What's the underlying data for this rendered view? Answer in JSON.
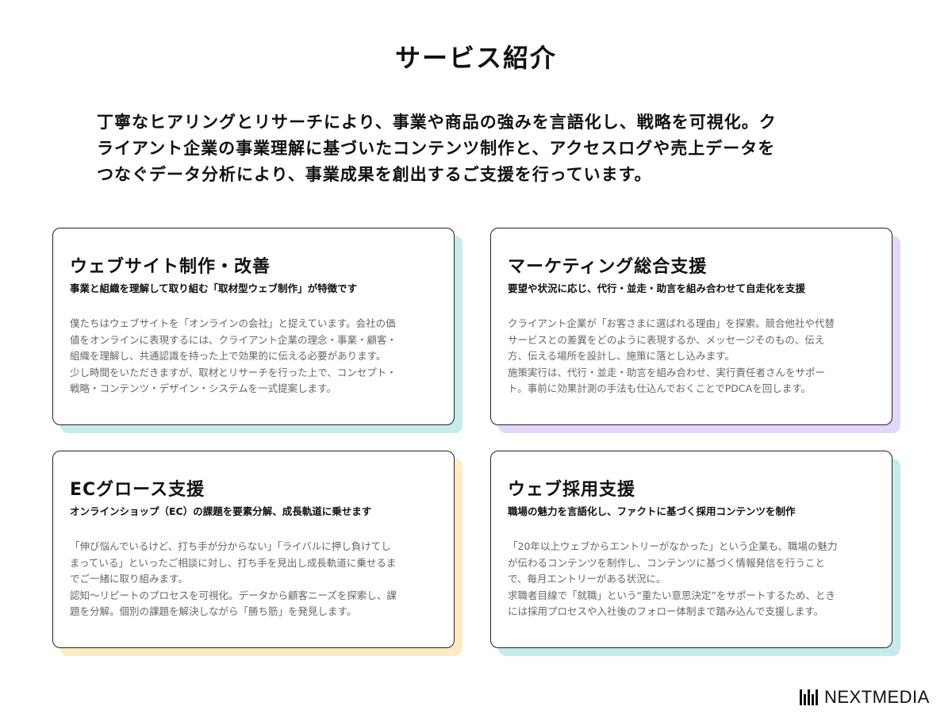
{
  "page_title": "サービス紹介",
  "intro_lines": [
    "丁寧なヒアリングとリサーチにより、事業や商品の強みを言語化し、戦略を可視化。ク",
    "ライアント企業の事業理解に基づいたコンテンツ制作と、アクセスログや売上データを",
    "つなぐデータ分析により、事業成果を創出するご支援を行っています。"
  ],
  "colors": {
    "teal": "#c6ecea",
    "purple": "#e3d7f7",
    "yellow": "#fdebc6"
  },
  "cards": [
    {
      "title": "ウェブサイト制作・改善",
      "subtitle": "事業と組織を理解して取り組む「取材型ウェブ制作」が特徴です",
      "body": [
        "僕たちはウェブサイトを「オンラインの会社」と捉えています。会社の価",
        "値をオンラインに表現するには、クライアント企業の理念・事業・顧客・",
        "組織を理解し、共通認識を持った上で効果的に伝える必要があります。",
        "少し時間をいただきますが、取材とリサーチを行った上で、コンセプト・",
        "戦略・コンテンツ・デザイン・システムを一式提案します。"
      ]
    },
    {
      "title": "マーケティング総合支援",
      "subtitle": "要望や状況に応じ、代行・並走・助言を組み合わせて自走化を支援",
      "body": [
        "クライアント企業が「お客さまに選ばれる理由」を探索。競合他社や代替",
        "サービスとの差異をどのように表現するか、メッセージそのもの、伝え",
        "方、伝える場所を設計し、施策に落とし込みます。",
        "施策実行は、代行・並走・助言を組み合わせ、実行責任者さんをサポー",
        "ト。事前に効果計測の手法も仕込んでおくことでPDCAを回します。"
      ]
    },
    {
      "title": "ECグロース支援",
      "subtitle": "オンラインショップ（EC）の課題を要素分解、成長軌道に乗せます",
      "body": [
        "「伸び悩んでいるけど、打ち手が分からない」「ライバルに押し負けてし",
        "まっている」といったご相談に対し、打ち手を見出し成長軌道に乗せるま",
        "でご一緒に取り組みます。",
        "認知〜リピートのプロセスを可視化。データから顧客ニーズを探索し、課",
        "題を分解。個別の課題を解決しながら「勝ち筋」を発見します。"
      ]
    },
    {
      "title": "ウェブ採用支援",
      "subtitle": "職場の魅力を言語化し、ファクトに基づく採用コンテンツを制作",
      "body": [
        "「20年以上ウェブからエントリーがなかった」という企業も、職場の魅力",
        "が伝わるコンテンツを制作し、コンテンツに基づく情報発信を行うこと",
        "で、毎月エントリーがある状況に。",
        "求職者目線で「就職」という“重たい意思決定”をサポートするため、とき",
        "には採用プロセスや入社後のフォロー体制まで踏み込んで支援します。"
      ]
    }
  ],
  "logo": {
    "text": "NEXTMEDIA"
  }
}
